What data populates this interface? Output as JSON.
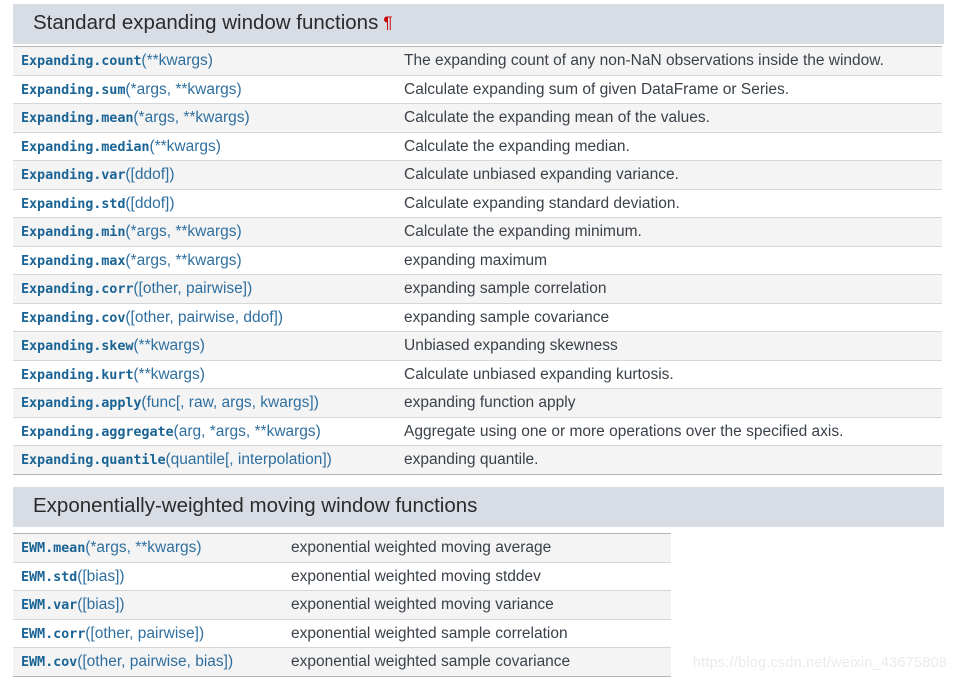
{
  "sections": [
    {
      "id": "expanding",
      "title": "Standard expanding window functions",
      "anchor_symbol": "¶",
      "has_anchor": true,
      "header_bg": "#d7dce5",
      "anchor_color": "#cc0000",
      "columns": [
        "signature",
        "description"
      ],
      "rows": [
        {
          "name": "Expanding.count",
          "args": "(**kwargs)",
          "description": "The expanding count of any non-NaN observations inside the window."
        },
        {
          "name": "Expanding.sum",
          "args": "(*args, **kwargs)",
          "description": "Calculate expanding sum of given DataFrame or Series."
        },
        {
          "name": "Expanding.mean",
          "args": "(*args, **kwargs)",
          "description": "Calculate the expanding mean of the values."
        },
        {
          "name": "Expanding.median",
          "args": "(**kwargs)",
          "description": "Calculate the expanding median."
        },
        {
          "name": "Expanding.var",
          "args": "([ddof])",
          "description": "Calculate unbiased expanding variance."
        },
        {
          "name": "Expanding.std",
          "args": "([ddof])",
          "description": "Calculate expanding standard deviation."
        },
        {
          "name": "Expanding.min",
          "args": "(*args, **kwargs)",
          "description": "Calculate the expanding minimum."
        },
        {
          "name": "Expanding.max",
          "args": "(*args, **kwargs)",
          "description": "expanding maximum"
        },
        {
          "name": "Expanding.corr",
          "args": "([other, pairwise])",
          "description": "expanding sample correlation"
        },
        {
          "name": "Expanding.cov",
          "args": "([other, pairwise, ddof])",
          "description": "expanding sample covariance"
        },
        {
          "name": "Expanding.skew",
          "args": "(**kwargs)",
          "description": "Unbiased expanding skewness"
        },
        {
          "name": "Expanding.kurt",
          "args": "(**kwargs)",
          "description": "Calculate unbiased expanding kurtosis."
        },
        {
          "name": "Expanding.apply",
          "args": "(func[, raw, args, kwargs])",
          "description": "expanding function apply"
        },
        {
          "name": "Expanding.aggregate",
          "args": "(arg, *args, **kwargs)",
          "description": "Aggregate using one or more operations over the specified axis."
        },
        {
          "name": "Expanding.quantile",
          "args": "(quantile[, interpolation])",
          "description": "expanding quantile."
        }
      ]
    },
    {
      "id": "ewm",
      "title": "Exponentially-weighted moving window functions",
      "anchor_symbol": "",
      "has_anchor": false,
      "header_bg": "#d7dce5",
      "anchor_color": "#cc0000",
      "columns": [
        "signature",
        "description"
      ],
      "rows": [
        {
          "name": "EWM.mean",
          "args": "(*args, **kwargs)",
          "description": "exponential weighted moving average"
        },
        {
          "name": "EWM.std",
          "args": "([bias])",
          "description": "exponential weighted moving stddev"
        },
        {
          "name": "EWM.var",
          "args": "([bias])",
          "description": "exponential weighted moving variance"
        },
        {
          "name": "EWM.corr",
          "args": "([other, pairwise])",
          "description": "exponential weighted sample correlation"
        },
        {
          "name": "EWM.cov",
          "args": "([other, pairwise, bias])",
          "description": "exponential weighted sample covariance"
        }
      ]
    }
  ],
  "watermark": {
    "text": "https://blog.csdn.net/weixin_43675808",
    "color": "#ebebeb"
  },
  "theme": {
    "code_color": "#1a6496",
    "args_color": "#2f6f9f",
    "text_color": "#3a4149",
    "row_odd_bg": "#f4f4f4",
    "row_even_bg": "#ffffff",
    "border_color": "#b5b5b5",
    "page_bg": "#ffffff"
  }
}
